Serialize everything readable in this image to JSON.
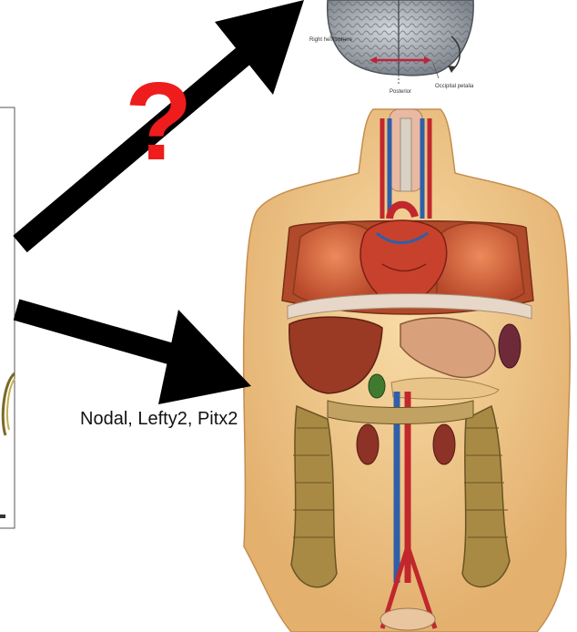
{
  "gene_label": "Nodal, Lefty2, Pitx2",
  "question_mark": "?",
  "brain_labels": {
    "right_hemisphere": "Right hemisphere",
    "posterior": "Posterior",
    "occipital_petalia": "Occipital petalia"
  },
  "colors": {
    "arrow": "#000000",
    "question": "#ee1c1c",
    "petalia_arrow": "#c0223b",
    "skin": "#f1c98c",
    "lung": "#d9663a",
    "heart": "#c8412d",
    "liver": "#9a3a24",
    "intestine": "#b89a52",
    "brain": "#9aa0a8"
  }
}
